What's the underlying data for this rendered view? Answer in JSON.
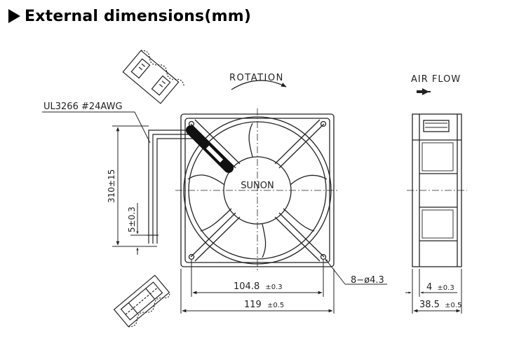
{
  "header": {
    "title": "External dimensions(mm)"
  },
  "labels": {
    "rotation": "ROTATION",
    "air_flow": "AIR FLOW",
    "cable": "UL3266  #24AWG",
    "brand": "SUNON",
    "lead_length": "310±15",
    "strip_length": "5±0.3",
    "hole_spacing": "104.8",
    "hole_spacing_tol": "±0.3",
    "frame_width": "119",
    "frame_width_tol": "±0.5",
    "mount_holes": "8−ø4.3",
    "flange": "4",
    "flange_tol": "±0.3",
    "depth": "38.5",
    "depth_tol": "±0.5"
  },
  "colors": {
    "line": "#222222",
    "cable": "#111111"
  }
}
